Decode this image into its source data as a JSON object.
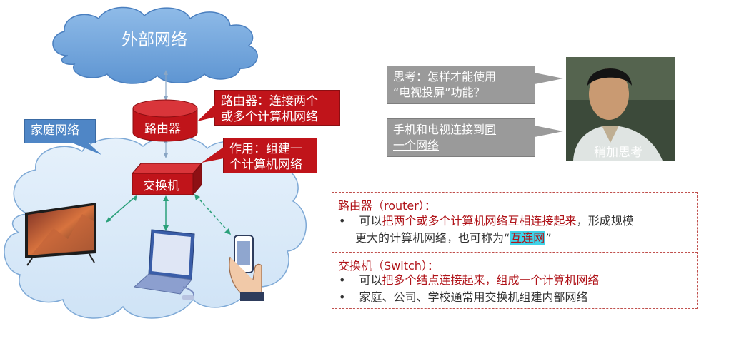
{
  "cloud_external": {
    "label": "外部网络"
  },
  "home_network": {
    "label": "家庭网络"
  },
  "router": {
    "label": "路由器",
    "callout_line1": "路由器：连接两个",
    "callout_line2": "或多个计算机网络"
  },
  "switch": {
    "label": "交换机",
    "callout_line1": "作用：组建一",
    "callout_line2": "个计算机网络"
  },
  "thought": {
    "bubble1_line1": "思考：怎样才能使用",
    "bubble1_line2": "“电视投屏”功能？",
    "bubble2_line1_a": "手机和电视连接到",
    "bubble2_line1_b": "同",
    "bubble2_line2": "一个网络",
    "photo_caption": "稍加思考"
  },
  "router_box": {
    "title": "路由器（router）：",
    "bullet_marker": "•",
    "line1_a": "可以",
    "line1_b": "把两个或多个计算机网络互相连接起来",
    "line1_c": "，形成规模",
    "line2_a": "更大的计算机网络，也可称为“",
    "line2_b": "互连网",
    "line2_c": "”"
  },
  "switch_box": {
    "title": "交换机（Switch）：",
    "bullet1_a": "可以",
    "bullet1_b": "把多个结点连接起来，组成一个计算机网络",
    "bullet2": "家庭、公司、学校通常用交换机组建内部网络"
  },
  "colors": {
    "router_red": "#c0141a",
    "cloud_blue": "#7aaee0",
    "highlight_cyan": "#3fd3e8"
  }
}
